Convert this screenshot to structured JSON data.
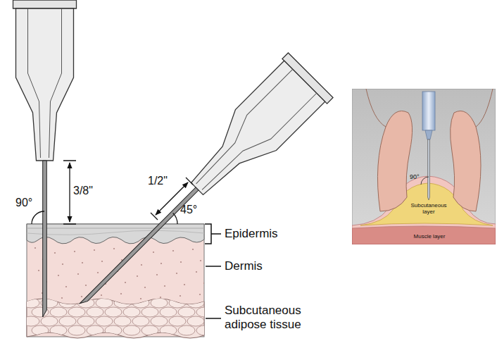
{
  "diagram": {
    "labels": [
      "90°",
      "3/8\"",
      "1/2\"",
      "45°",
      "Epidermis",
      "Dermis",
      "Subcutaneous adipose tissue",
      "90°",
      "Subcutaneous layer",
      "Muscle layer"
    ]
  }
}
